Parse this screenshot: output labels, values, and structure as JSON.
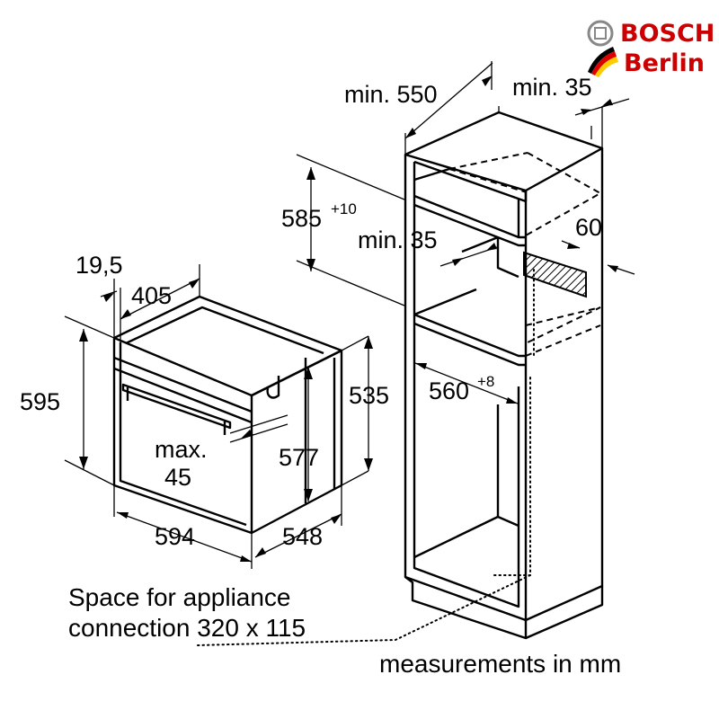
{
  "brand": {
    "name": "BOSCH",
    "location": "Berlin",
    "flag_colors": [
      "#000000",
      "#dd0000",
      "#ffcc00"
    ],
    "logo_color": "#cc0000"
  },
  "cabinet": {
    "depth_label": "min. 550",
    "side_clearance_label": "min. 35",
    "niche_height_label": "585",
    "niche_height_tolerance": "+10",
    "rear_gap_label": "min. 35",
    "rear_opening_label": "60",
    "niche_width_label": "560",
    "niche_width_tolerance": "+8"
  },
  "oven": {
    "front_depth_label": "19,5",
    "top_depth_label": "405",
    "height_label": "595",
    "body_height_label": "535",
    "inner_height_label": "577",
    "width_label": "594",
    "depth_label": "548",
    "clearance_label_line1": "max.",
    "clearance_label_line2": "45"
  },
  "notes": {
    "connection_line1": "Space for appliance",
    "connection_line2": "connection 320 x 115",
    "units": "measurements in mm"
  }
}
